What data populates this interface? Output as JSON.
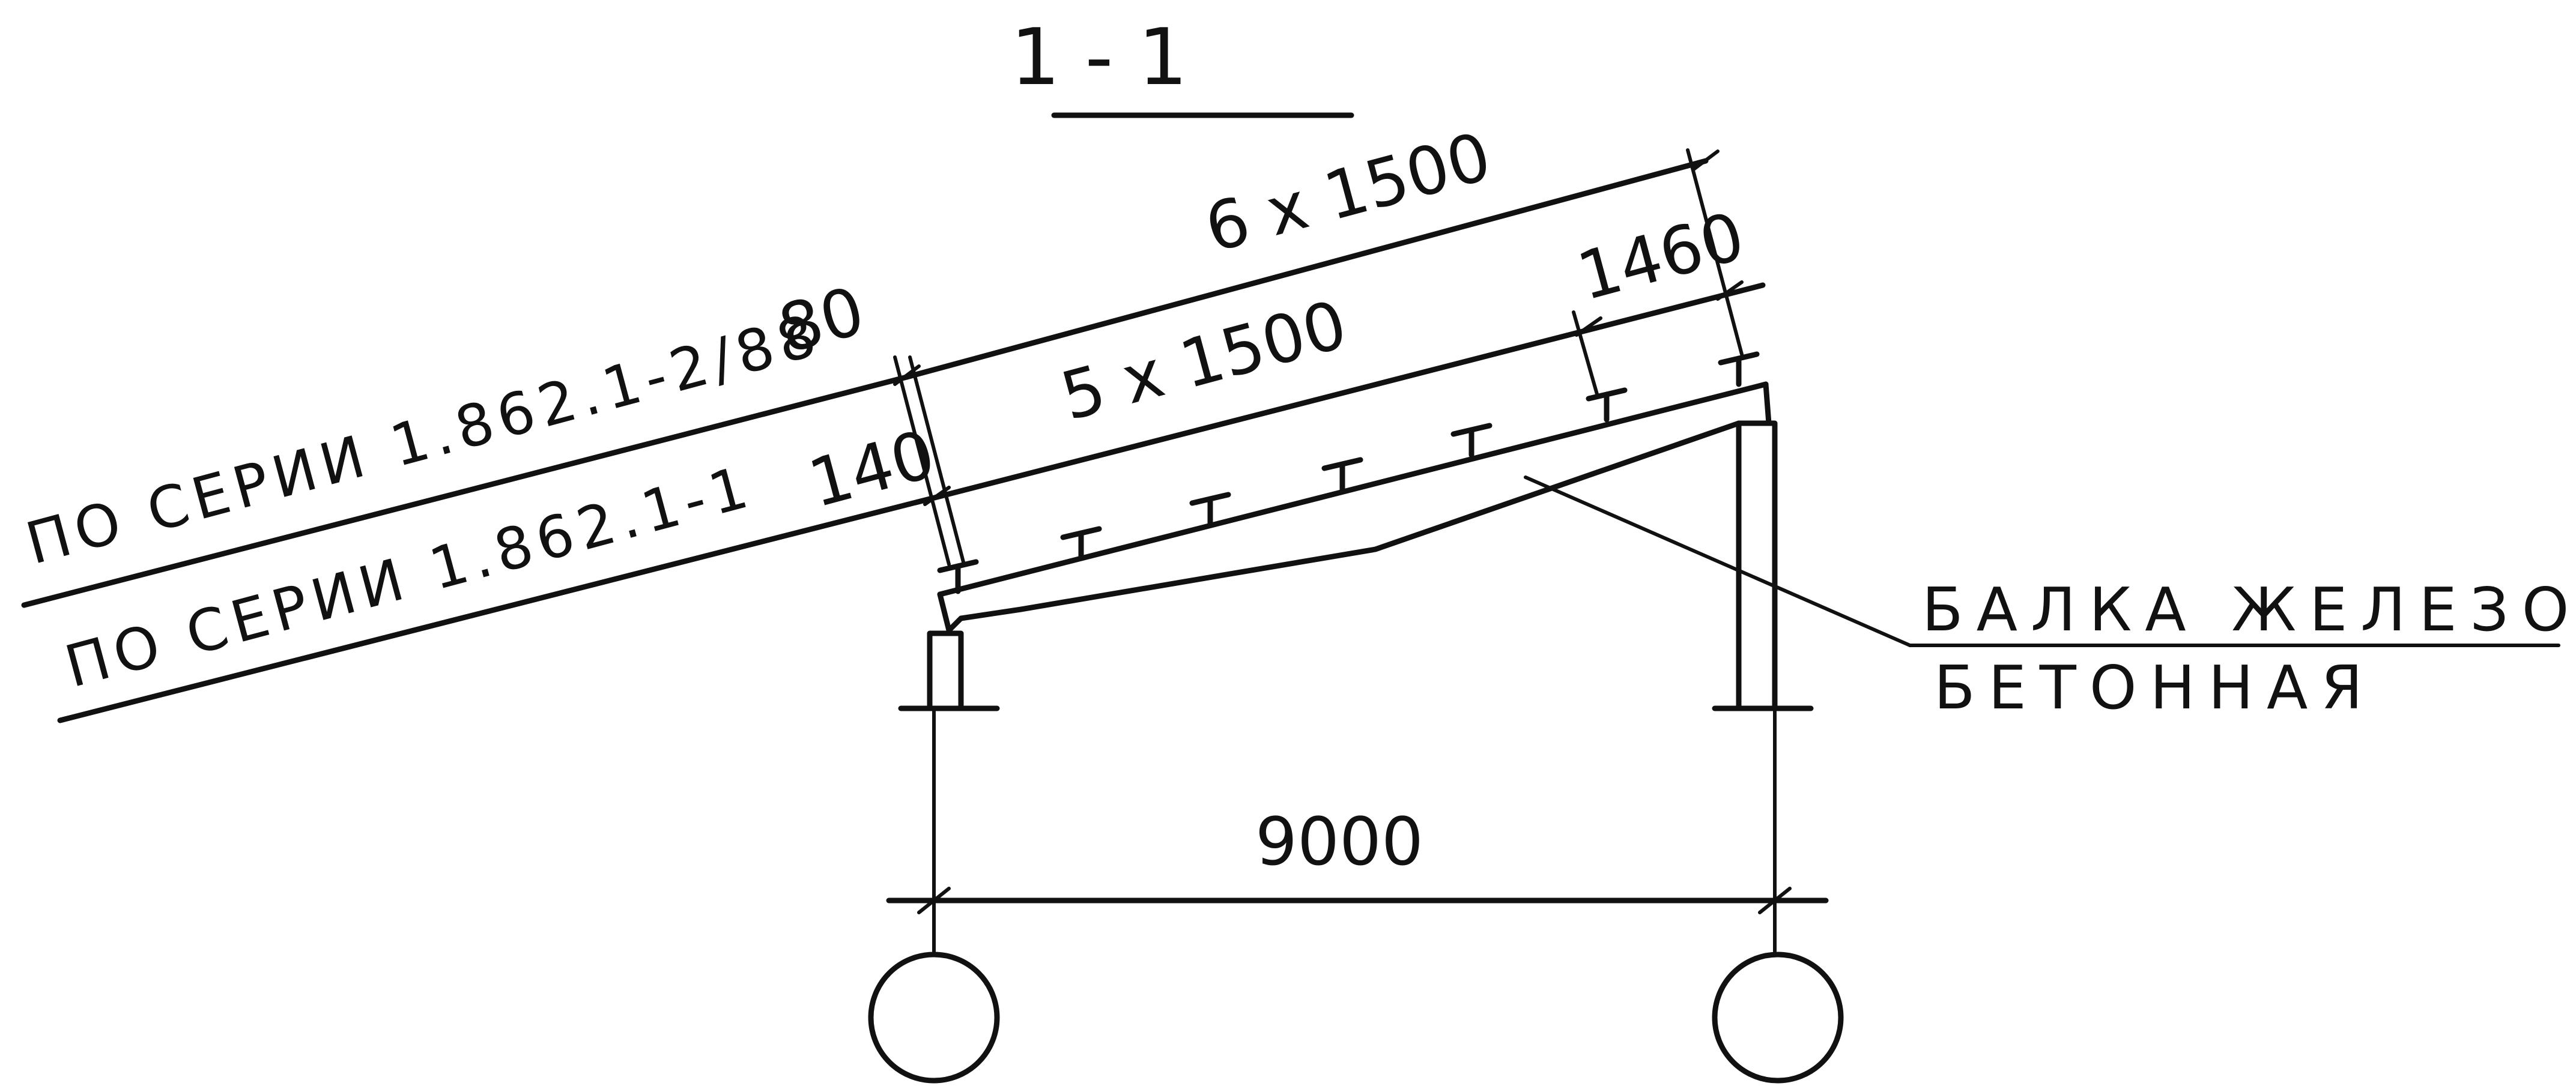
{
  "section": {
    "title": "1 - 1"
  },
  "dimensions": {
    "top_run": "6 x 1500",
    "bottom_run": "5 x 1500",
    "end_segment": "1460",
    "left_offset_upper": "80",
    "left_offset_lower": "140",
    "span": "9000"
  },
  "series_labels": {
    "upper": "ПО СЕРИИ 1.862.1-2/88",
    "lower": "ПО СЕРИИ 1.862.1-1"
  },
  "callout": {
    "line1": "БАЛКА ЖЕЛЕЗО-",
    "line2": "БЕТОННАЯ"
  }
}
